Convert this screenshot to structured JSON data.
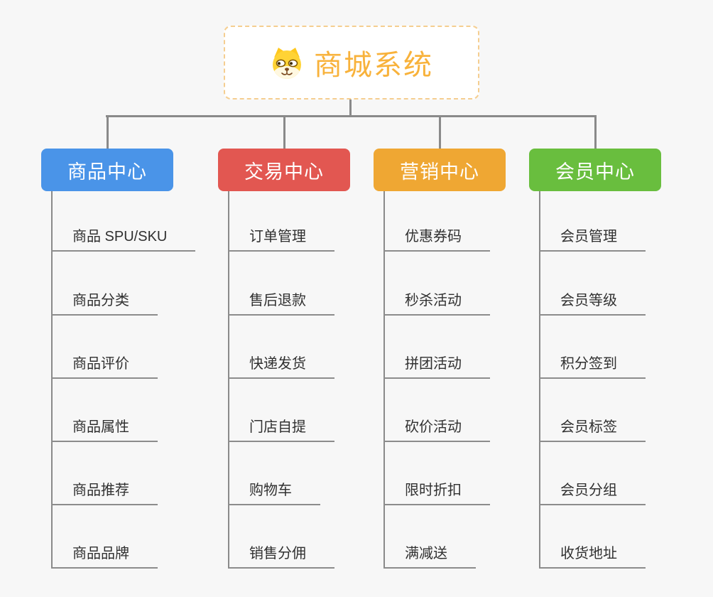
{
  "root": {
    "title": "商城系统",
    "icon": "shiba-dog-icon",
    "title_color": "#F8B23B",
    "border_color": "#F5CE90",
    "background": "#FFFFFF"
  },
  "colors": {
    "connector": "#8A8A8A",
    "underline": "#8C8C8C",
    "background": "#F7F7F7",
    "leaf_text": "#303030",
    "branch_text": "#FFFFFF"
  },
  "branches": [
    {
      "label": "商品中心",
      "color": "#4A94E8",
      "children": [
        "商品 SPU/SKU",
        "商品分类",
        "商品评价",
        "商品属性",
        "商品推荐",
        "商品品牌"
      ]
    },
    {
      "label": "交易中心",
      "color": "#E25751",
      "children": [
        "订单管理",
        "售后退款",
        "快递发货",
        "门店自提",
        "购物车",
        "销售分佣"
      ]
    },
    {
      "label": "营销中心",
      "color": "#EFA733",
      "children": [
        "优惠券码",
        "秒杀活动",
        "拼团活动",
        "砍价活动",
        "限时折扣",
        "满减送"
      ]
    },
    {
      "label": "会员中心",
      "color": "#69BE3E",
      "children": [
        "会员管理",
        "会员等级",
        "积分签到",
        "会员标签",
        "会员分组",
        "收货地址"
      ]
    }
  ]
}
